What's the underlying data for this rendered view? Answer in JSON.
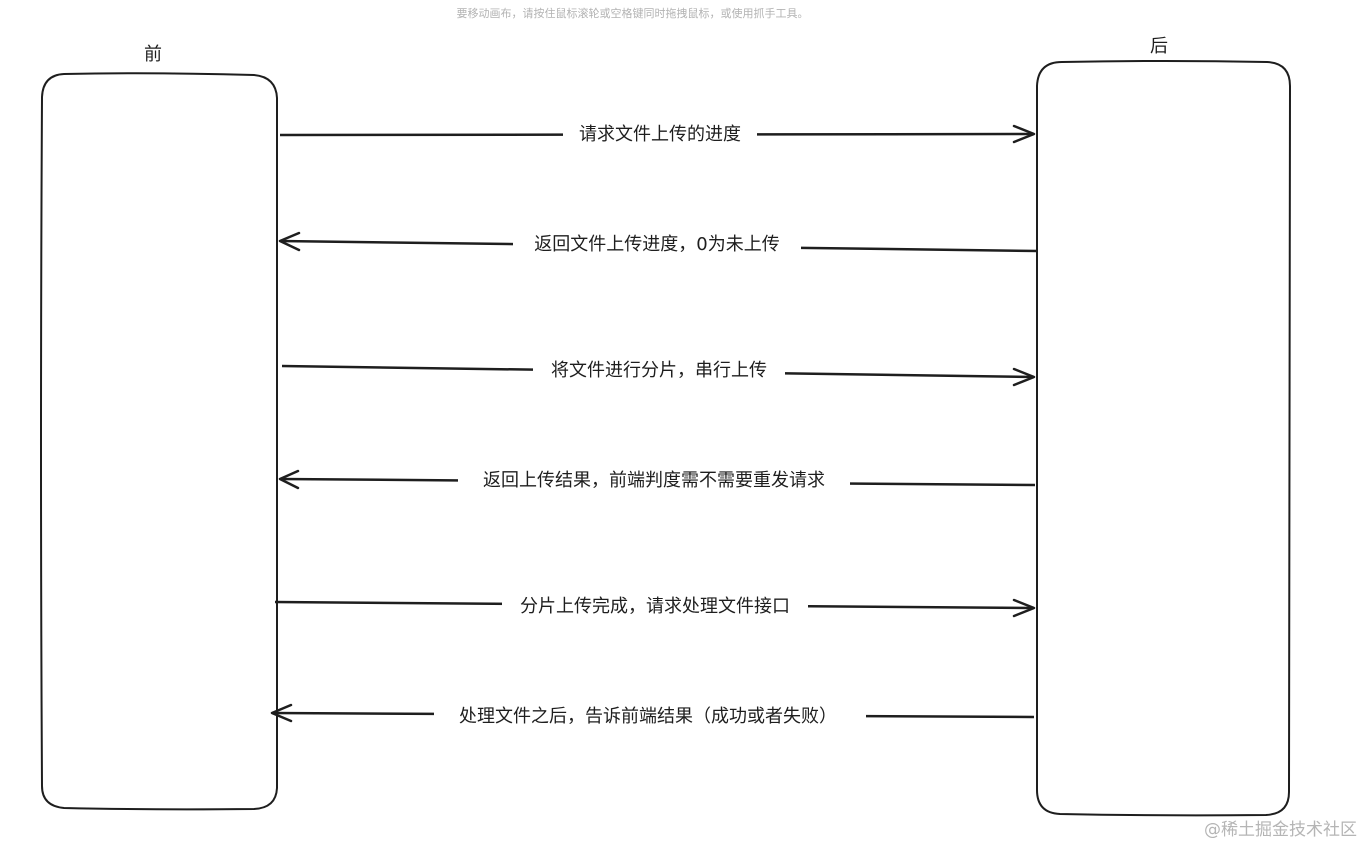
{
  "canvas_hint": "要移动画布，请按住鼠标滚轮或空格键同时拖拽鼠标，或使用抓手工具。",
  "lanes": {
    "front": {
      "label": "前"
    },
    "back": {
      "label": "后"
    }
  },
  "messages": [
    {
      "text": "请求文件上传的进度",
      "direction": "to-back"
    },
    {
      "text": "返回文件上传进度，0为未上传",
      "direction": "to-front"
    },
    {
      "text": "将文件进行分片，串行上传",
      "direction": "to-back"
    },
    {
      "text": "返回上传结果，前端判度需不需要重发请求",
      "direction": "to-front"
    },
    {
      "text": "分片上传完成，请求处理文件接口",
      "direction": "to-back"
    },
    {
      "text": "处理文件之后，告诉前端结果（成功或者失败）",
      "direction": "to-front"
    }
  ],
  "watermark": "@稀土掘金技术社区",
  "colors": {
    "stroke": "#1e1e1e",
    "hint": "#b3b3b3",
    "watermark": "#b5b5b5"
  }
}
